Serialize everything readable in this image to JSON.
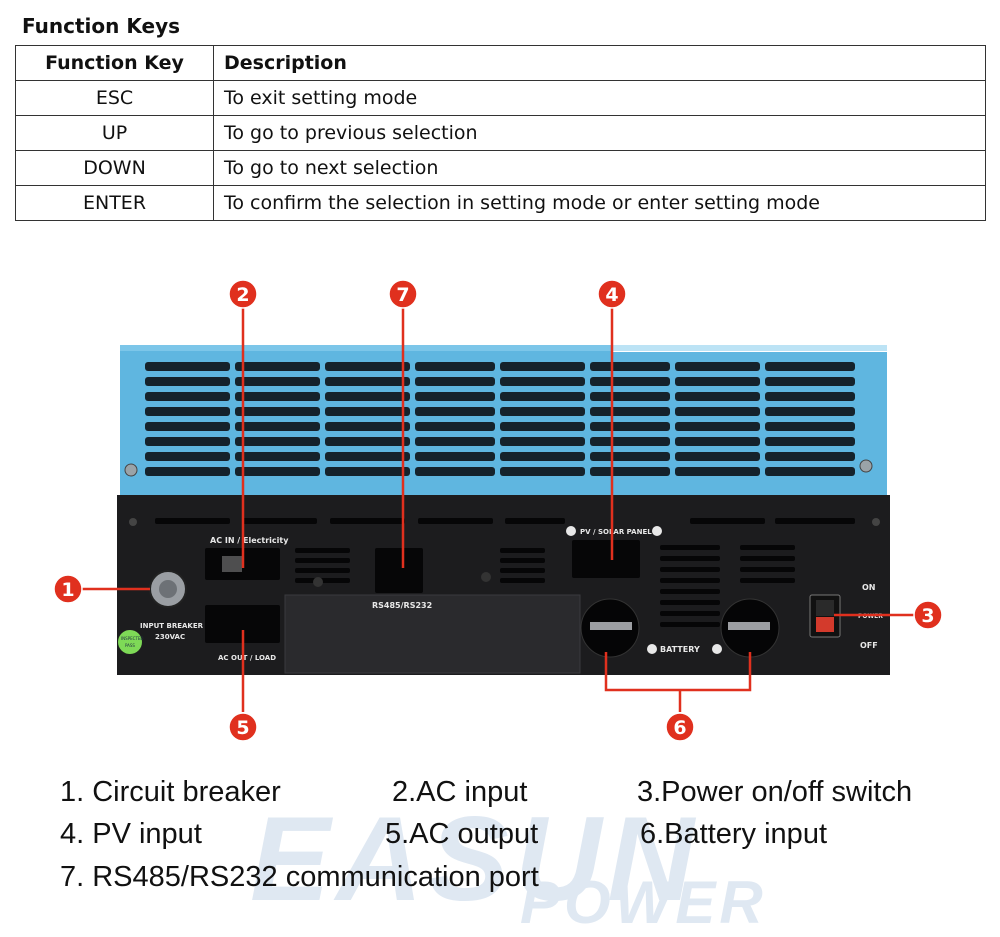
{
  "title": "Function Keys",
  "table": {
    "headers": [
      "Function Key",
      "Description"
    ],
    "rows": [
      [
        "ESC",
        "To exit setting mode"
      ],
      [
        "UP",
        "To go to previous selection"
      ],
      [
        "DOWN",
        "To go to next selection"
      ],
      [
        "ENTER",
        "To confirm the selection in setting mode or enter setting mode"
      ]
    ]
  },
  "panel_labels": {
    "ac_in": "AC IN / Electricity",
    "pv": "PV / SOLAR PANEL",
    "rs": "RS485/RS232",
    "breaker": "INPUT BREAKER",
    "breaker_v": "230VAC",
    "ac_out": "AC OUT / LOAD",
    "battery": "BATTERY",
    "on": "ON",
    "power": "POWER",
    "off": "OFF",
    "sticker1": "INSPECTED",
    "sticker2": "PASS"
  },
  "callouts": [
    "1",
    "2",
    "3",
    "4",
    "5",
    "6",
    "7"
  ],
  "legend": {
    "item1": "1. Circuit breaker",
    "item2": "2.AC input",
    "item3": "3.Power on/off switch",
    "item4": "4. PV input",
    "item5": "5.AC output",
    "item6": "6.Battery input",
    "item7": "7. RS485/RS232 communication port"
  },
  "watermark": {
    "line1": "EASUN",
    "line2": "POWER"
  },
  "colors": {
    "callout_red": "#e0301e",
    "case_blue": "#5fb6e0",
    "panel_black": "#1c1c1e"
  }
}
